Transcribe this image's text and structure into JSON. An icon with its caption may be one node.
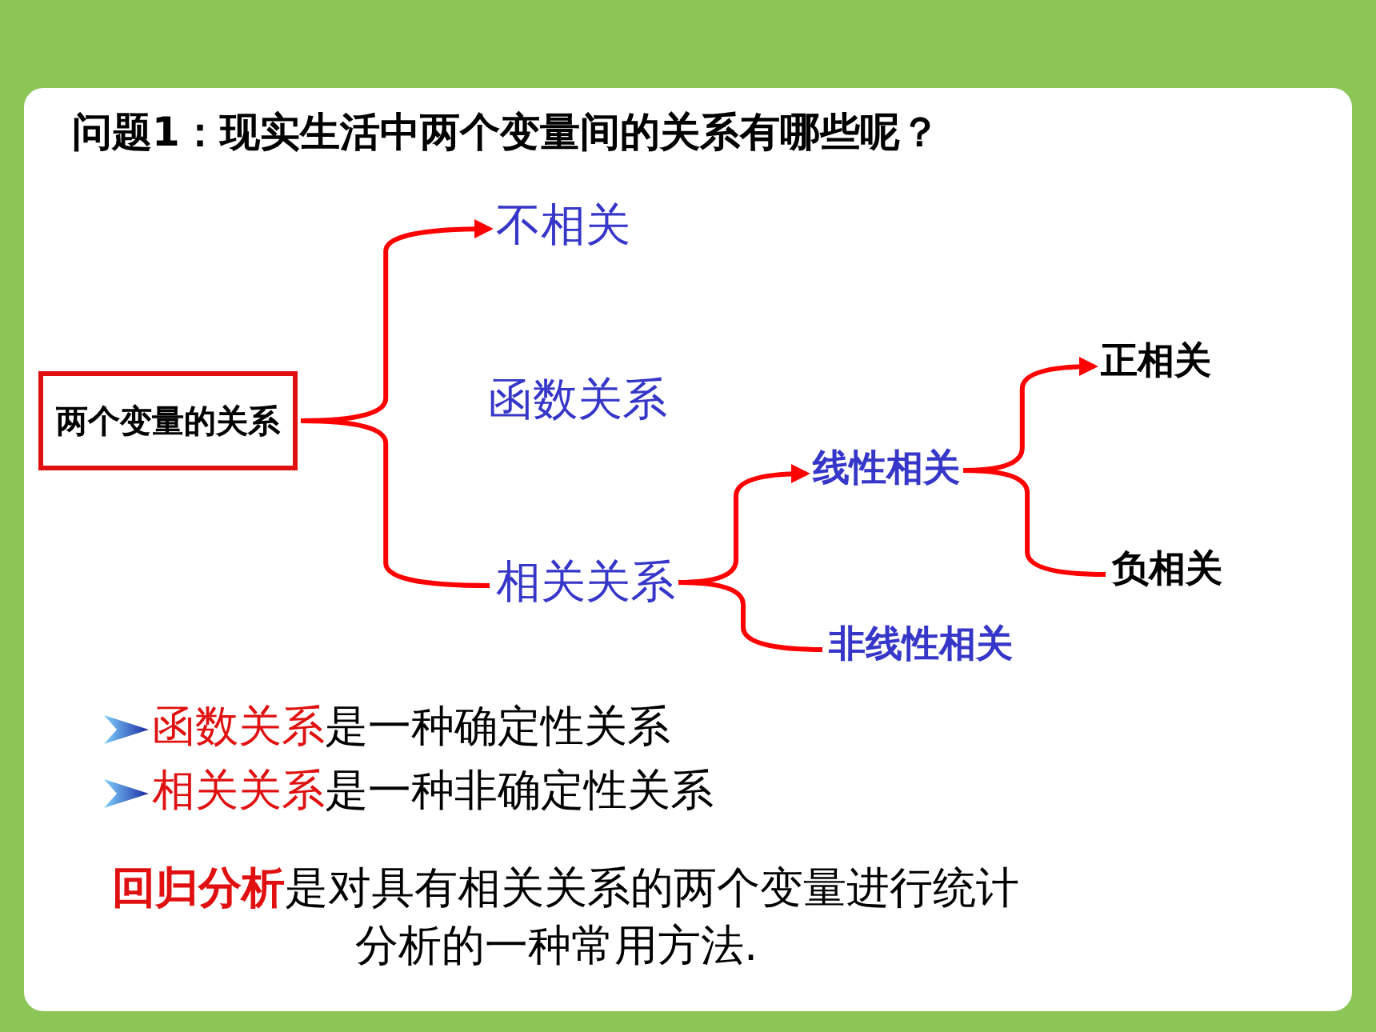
{
  "diagram": {
    "title": "问题1：现实生活中两个变量间的关系有哪些呢？",
    "nodes": [
      {
        "text": [
          "两个变量的关系"
        ]
      },
      {
        "text": [
          "不相关"
        ]
      },
      {
        "text": [
          "函数关系"
        ]
      },
      {
        "text": [
          "相关关系"
        ]
      },
      {
        "text": [
          "线性相关"
        ]
      },
      {
        "text": [
          "非线性相关"
        ]
      },
      {
        "text": [
          "正相关"
        ]
      },
      {
        "text": [
          "负相关"
        ]
      }
    ],
    "edges": [
      {
        "from": 0,
        "to": 1,
        "arrow": "to"
      },
      {
        "from": 0,
        "to": 3,
        "arrow": "none"
      },
      {
        "from": 3,
        "to": 4,
        "arrow": "to"
      },
      {
        "from": 3,
        "to": 5,
        "arrow": "none"
      },
      {
        "from": 4,
        "to": 6,
        "arrow": "to"
      },
      {
        "from": 4,
        "to": 7,
        "arrow": "none"
      }
    ],
    "labels": [
      "**函数关系**是一种确定性关系",
      "**相关关系**是一种非确定性关系",
      "**回归分析**是对具有相关关系的两个变量进行统计分析的一种常用方法."
    ]
  }
}
